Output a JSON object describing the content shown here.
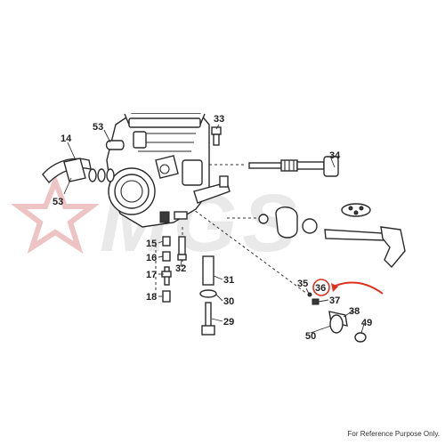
{
  "watermark": {
    "text": "MGS",
    "star_color": "#e8b4b4",
    "text_color": "#e9e9e9"
  },
  "footer": {
    "note": "For Reference Purpose Only."
  },
  "highlight": {
    "part": "36",
    "color": "#e0301e"
  },
  "callouts": [
    "53",
    "33",
    "14",
    "34",
    "53",
    "15",
    "16",
    "32",
    "17",
    "31",
    "18",
    "30",
    "29",
    "35",
    "36",
    "37",
    "38",
    "49",
    "50"
  ]
}
